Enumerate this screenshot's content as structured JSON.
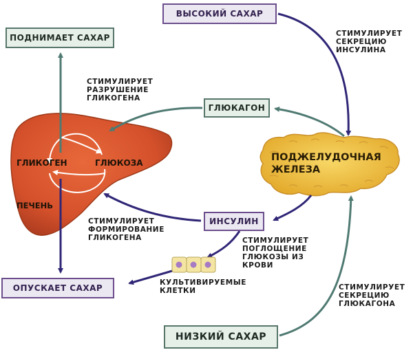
{
  "boxes": {
    "raises_sugar": "ПОДНИМАЕТ САХАР",
    "high_sugar": "ВЫСОКИЙ САХАР",
    "glucagon": "ГЛЮКАГОН",
    "insulin": "ИНСУЛИН",
    "lowers_sugar": "ОПУСКАЕТ САХАР",
    "low_sugar": "НИЗКИЙ САХАР"
  },
  "liver": {
    "glycogen": "ГЛИКОГЕН",
    "glucose": "ГЛЮКОЗА",
    "name": "ПЕЧЕНЬ"
  },
  "pancreas": {
    "line1": "ПОДЖЕЛУДОЧНАЯ",
    "line2": "ЖЕЛЕЗА"
  },
  "labels": {
    "stim_insulin_secretion": [
      "СТИМУЛИРУЕТ",
      "СЕКРЕЦИЮ",
      "ИНСУЛИНА"
    ],
    "stim_glycogen_breakdown": [
      "СТИМУЛИРУЕТ",
      "РАЗРУШЕНИЕ",
      "ГЛИКОГЕНА"
    ],
    "stim_glycogen_formation": [
      "СТИМУЛИРУЕТ",
      "ФОРМИРОВАНИЕ",
      "ГЛИКОГЕНА"
    ],
    "stim_glucose_uptake": [
      "СТИМУЛИРУЕТ",
      "ПОГЛОЩЕНИЕ",
      "ГЛЮКОЗЫ ИЗ",
      "КРОВИ"
    ],
    "cultured_cells": [
      "КУЛЬТИВИРУЕМЫЕ",
      "КЛЕТКИ"
    ],
    "stim_glucagon_secretion": [
      "СТИМУЛИРУЕТ",
      "СЕКРЕЦИЮ",
      "ГЛЮКАГОНА"
    ]
  },
  "colors": {
    "liver": "#d9542e",
    "liver_dark": "#a93a1c",
    "pancreas": "#f2c23f",
    "green_arrow": "#4f7a72",
    "purple_arrow": "#2f2676",
    "green_box_border": "#56766a",
    "purple_box_border": "#6b4d8c"
  }
}
